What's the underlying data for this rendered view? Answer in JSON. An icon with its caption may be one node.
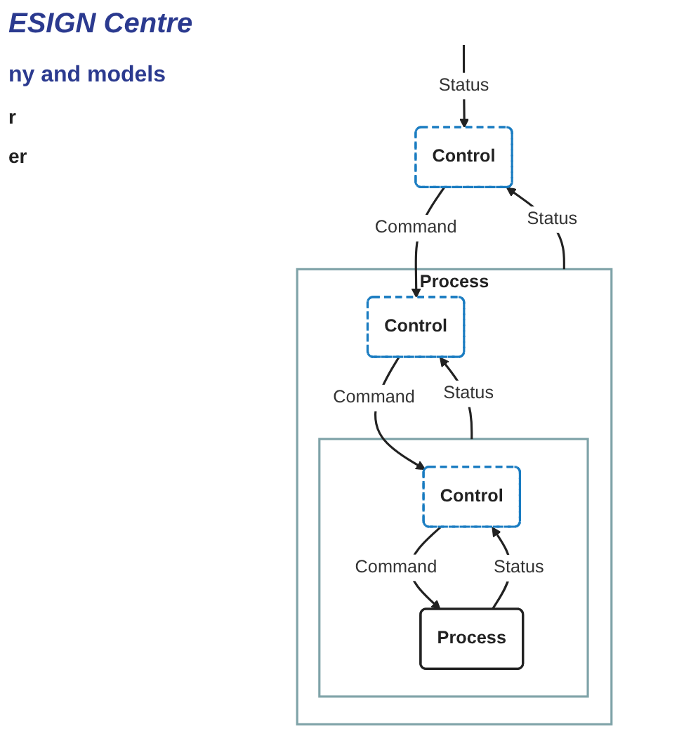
{
  "diagram": {
    "title": "ESIGN Centre",
    "nodes": [
      {
        "text": [
          "Control"
        ]
      },
      {
        "text": [
          "Process"
        ]
      },
      {
        "text": [
          "Control"
        ],
        "in": 1
      },
      {
        "text": [],
        "shape": "box",
        "in": 1
      },
      {
        "text": [
          "Control"
        ],
        "in": 3
      },
      {
        "text": [
          "Process"
        ],
        "in": 3
      }
    ],
    "edges": [
      {
        "from": null,
        "to": 0,
        "arrow": "to",
        "label": "Status"
      },
      {
        "from": 0,
        "to": 2,
        "arrow": "to",
        "label": "Command"
      },
      {
        "from": 1,
        "to": 0,
        "arrow": "to",
        "label": "Status"
      },
      {
        "from": 2,
        "to": 4,
        "arrow": "to",
        "label": "Command"
      },
      {
        "from": 3,
        "to": 2,
        "arrow": "to",
        "label": "Status"
      },
      {
        "from": 4,
        "to": 5,
        "arrow": "to",
        "label": "Command"
      },
      {
        "from": 5,
        "to": 4,
        "arrow": "to",
        "label": "Status"
      }
    ],
    "labels": [
      "ny and models",
      "r",
      "er"
    ]
  }
}
